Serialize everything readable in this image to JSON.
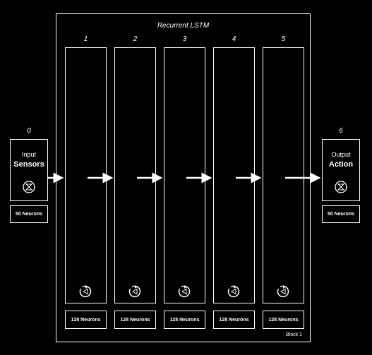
{
  "diagram": {
    "title": "Recurrent LSTM",
    "block_label": "Block 1",
    "input": {
      "index": "0",
      "line1": "Input",
      "line2": "Sensors",
      "neurons": "50 Neurons",
      "icon": "bowtie-circle-icon"
    },
    "output": {
      "index": "6",
      "line1": "Output",
      "line2": "Action",
      "neurons": "50 Neurons",
      "icon": "bowtie-circle-icon"
    },
    "layers": [
      {
        "index": "1",
        "neurons": "128 Neurons",
        "icon": "recurrent-loop-icon"
      },
      {
        "index": "2",
        "neurons": "128 Neurons",
        "icon": "recurrent-loop-icon"
      },
      {
        "index": "3",
        "neurons": "128 Neurons",
        "icon": "recurrent-loop-icon"
      },
      {
        "index": "4",
        "neurons": "128 Neurons",
        "icon": "recurrent-loop-icon"
      },
      {
        "index": "5",
        "neurons": "128 Neurons",
        "icon": "recurrent-loop-icon"
      }
    ],
    "colors": {
      "background": "#000000",
      "stroke": "#ffffff"
    }
  }
}
